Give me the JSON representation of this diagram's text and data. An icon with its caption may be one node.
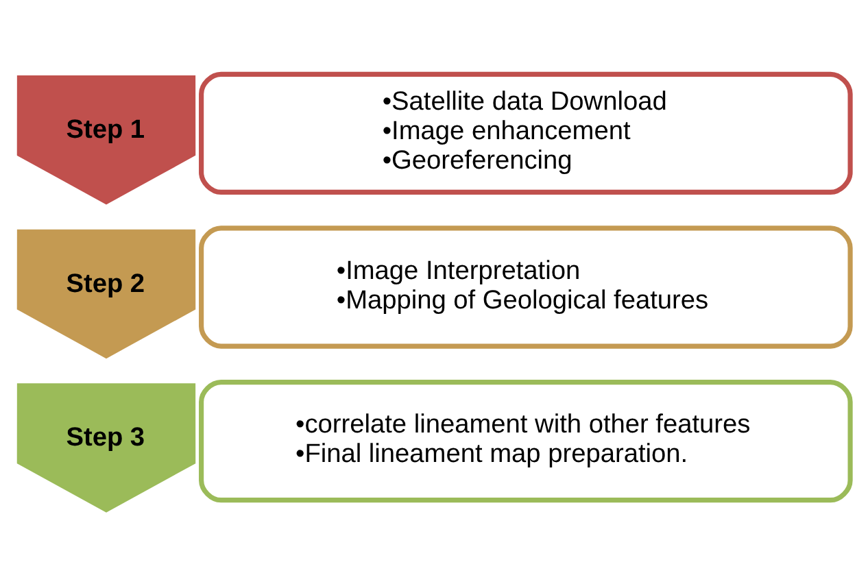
{
  "diagram": {
    "nodes": [
      {
        "text": [
          "Step 1"
        ]
      },
      {
        "text": [
          "•Satellite data Download",
          "•Image enhancement",
          "•Georeferencing"
        ]
      },
      {
        "text": [
          "Step 2"
        ]
      },
      {
        "text": [
          "•Image Interpretation",
          "•Mapping of Geological features"
        ]
      },
      {
        "text": [
          "Step 3"
        ]
      },
      {
        "text": [
          "•correlate lineament with other features",
          "•Final lineament map preparation."
        ]
      }
    ],
    "edges": []
  }
}
